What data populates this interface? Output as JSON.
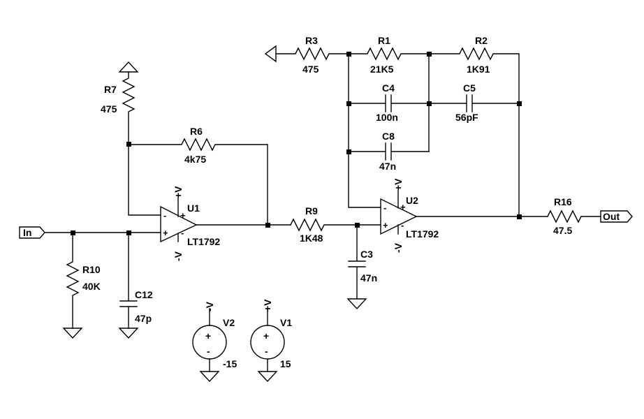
{
  "ports": {
    "input": "In",
    "output": "Out"
  },
  "components": {
    "R1": {
      "ref": "R1",
      "value": "21K5"
    },
    "R2": {
      "ref": "R2",
      "value": "1K91"
    },
    "R3": {
      "ref": "R3",
      "value": "475"
    },
    "R6": {
      "ref": "R6",
      "value": "4k75"
    },
    "R7": {
      "ref": "R7",
      "value": "475"
    },
    "R9": {
      "ref": "R9",
      "value": "1K48"
    },
    "R10": {
      "ref": "R10",
      "value": "40K"
    },
    "R16": {
      "ref": "R16",
      "value": "47.5"
    },
    "C3": {
      "ref": "C3",
      "value": "47n"
    },
    "C4": {
      "ref": "C4",
      "value": "100n"
    },
    "C5": {
      "ref": "C5",
      "value": "56pF"
    },
    "C8": {
      "ref": "C8",
      "value": "47n"
    },
    "C12": {
      "ref": "C12",
      "value": "47p"
    },
    "U1": {
      "ref": "U1",
      "model": "LT1792"
    },
    "U2": {
      "ref": "U2",
      "model": "LT1792"
    },
    "V1": {
      "ref": "V1",
      "value": "15"
    },
    "V2": {
      "ref": "V2",
      "value": "-15"
    }
  },
  "nets": {
    "pos_supply": "+V",
    "neg_supply": "-V"
  },
  "pin_marks": {
    "minus": "-",
    "plus": "+"
  }
}
